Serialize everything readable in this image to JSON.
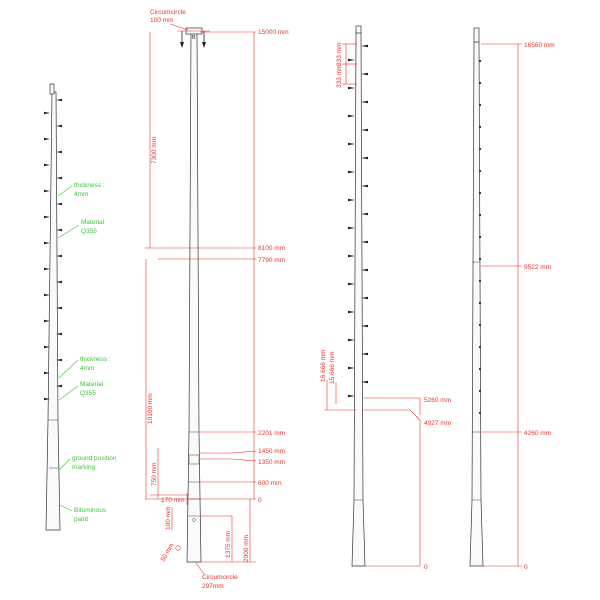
{
  "view1": {
    "notes": [
      {
        "line1": "thickness :",
        "line2": "4mm"
      },
      {
        "line1": "Material",
        "line2": "Q355"
      },
      {
        "line1": "thickness :",
        "line2": "4mm"
      },
      {
        "line1": "Material",
        "line2": "Q355"
      },
      {
        "line1": "ground position",
        "line2": "marking"
      },
      {
        "line1": "Bituminous",
        "line2": "paint"
      }
    ]
  },
  "view2": {
    "top_circle": {
      "line1": "Circumcircle",
      "line2": "100 mm"
    },
    "bottom_circle": {
      "line1": "Circumcircle",
      "line2": "297mm"
    },
    "elevations": [
      "15000 mm",
      "8100 mm",
      "7790 mm",
      "2201 mm",
      "1450 mm",
      "1350 mm",
      "600 mm",
      "0"
    ],
    "vertical_dims": [
      "7300 mm",
      "10100 mm",
      "750 mm",
      "170 mm",
      "100 mm",
      "1375 mm",
      "2000 mm",
      "50 mm"
    ],
    "section_mark": "B"
  },
  "view3": {
    "top_dims": [
      "333 mm",
      "333 mm"
    ],
    "lower_dims": [
      "16.666 mm",
      "15.666 mm"
    ],
    "elevations": [
      "5260 mm",
      "4927 mm",
      "0"
    ]
  },
  "view4": {
    "elevations": [
      "16560 mm",
      "9522 mm",
      "4260 mm",
      "0"
    ]
  }
}
